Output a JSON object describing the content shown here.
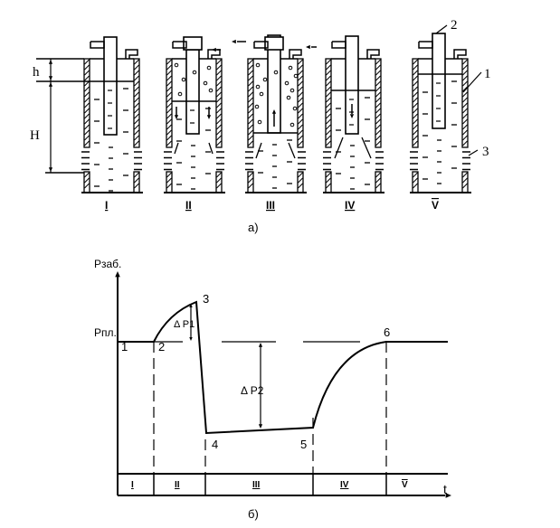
{
  "figure_a": {
    "caption": "а)",
    "dim_h": "h",
    "dim_H": "H",
    "callout_1": "1",
    "callout_2": "2",
    "callout_3": "3",
    "stages": [
      "I",
      "II",
      "III",
      "IV",
      "V"
    ]
  },
  "figure_b": {
    "caption": "б)",
    "y_axis_label": "Рзаб.",
    "reservoir_level_label": "Рпл.",
    "x_axis_label": "t",
    "delta_p1": "Δ P1",
    "delta_p2": "Δ P2",
    "points": [
      "1",
      "2",
      "3",
      "4",
      "5",
      "6"
    ],
    "stages": [
      "I",
      "II",
      "III",
      "IV",
      "V"
    ]
  }
}
